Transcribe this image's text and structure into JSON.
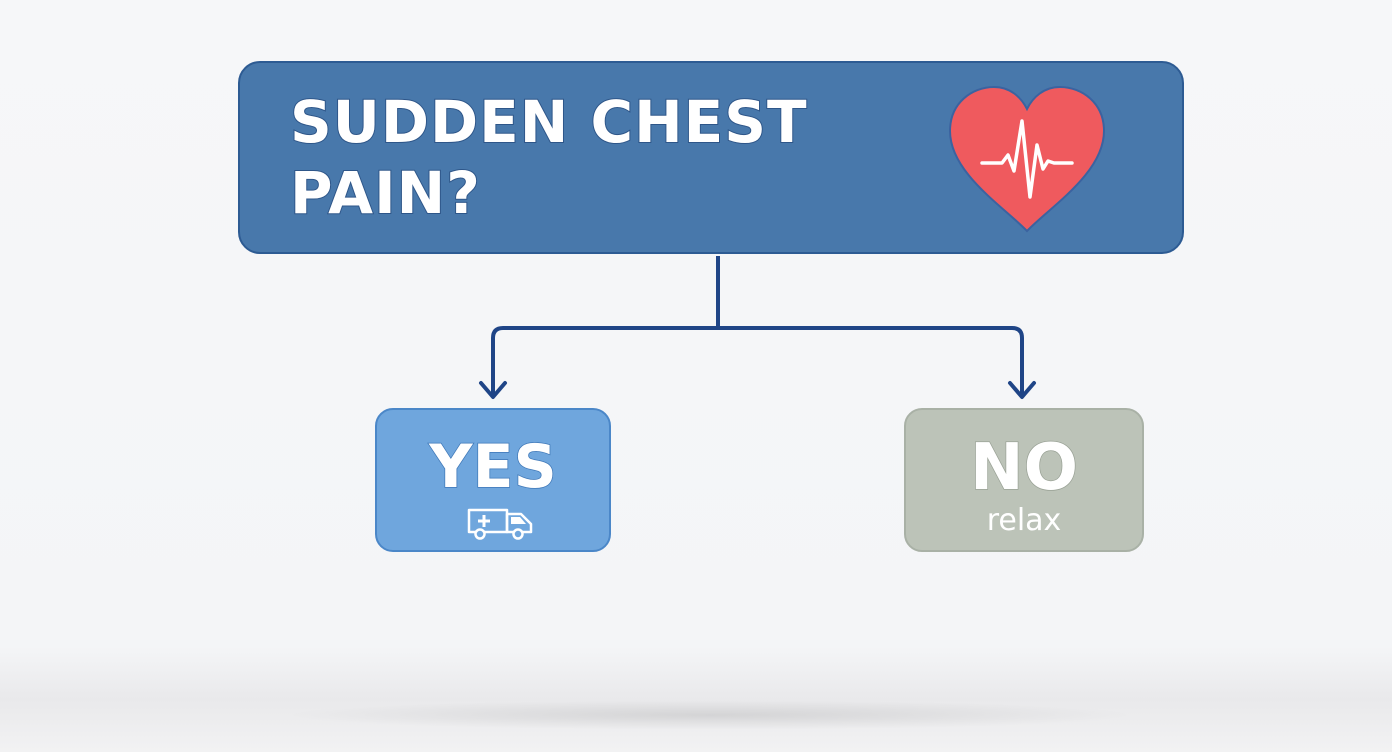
{
  "question": {
    "text": "SUDDEN CHEST\nPAIN?"
  },
  "answers": {
    "yes": {
      "label": "YES"
    },
    "no": {
      "label": "NO",
      "sublabel": "relax"
    }
  },
  "icons": {
    "question": "heart-with-heartbeat-icon",
    "yes": "ambulance-icon"
  },
  "colors": {
    "question_box": "#4878ab",
    "connector": "#1f4587",
    "heart": "#ef5a5e",
    "yes_box": "#6fa6dd",
    "no_box": "#bcc3b8",
    "background": "#f4f5f7"
  }
}
